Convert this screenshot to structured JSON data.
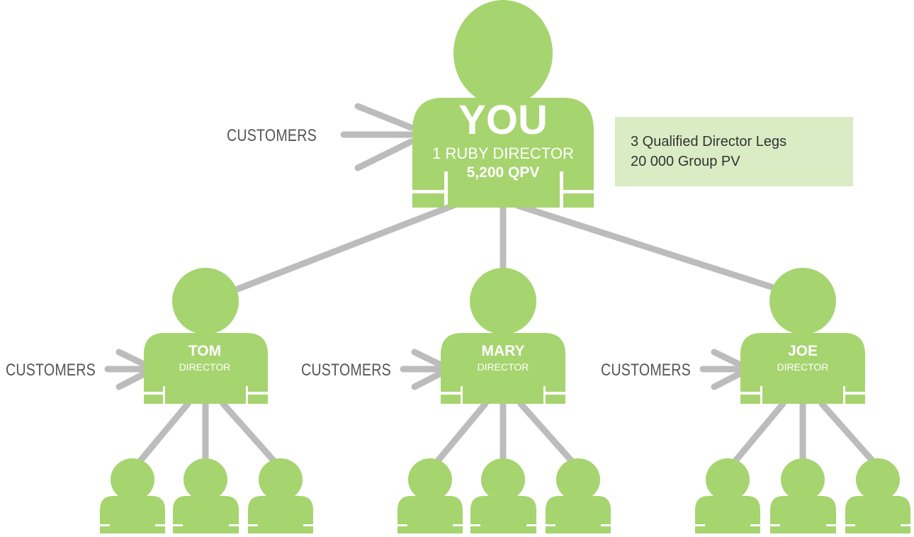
{
  "colors": {
    "figure": "#a6d46f",
    "connector": "#bcbcbc",
    "box": "#d9ecc3",
    "text_gray": "#555555"
  },
  "top": {
    "name": "YOU",
    "title": "1 RUBY DIRECTOR",
    "volume": "5,200 QPV"
  },
  "info": {
    "line1": "3 Qualified Director Legs",
    "line2": "20 000 Group PV"
  },
  "legs": [
    {
      "name": "TOM",
      "role": "DIRECTOR",
      "customers": "CUSTOMERS"
    },
    {
      "name": "MARY",
      "role": "DIRECTOR",
      "customers": "CUSTOMERS"
    },
    {
      "name": "JOE",
      "role": "DIRECTOR",
      "customers": "CUSTOMERS"
    }
  ],
  "top_customers": "CUSTOMERS"
}
